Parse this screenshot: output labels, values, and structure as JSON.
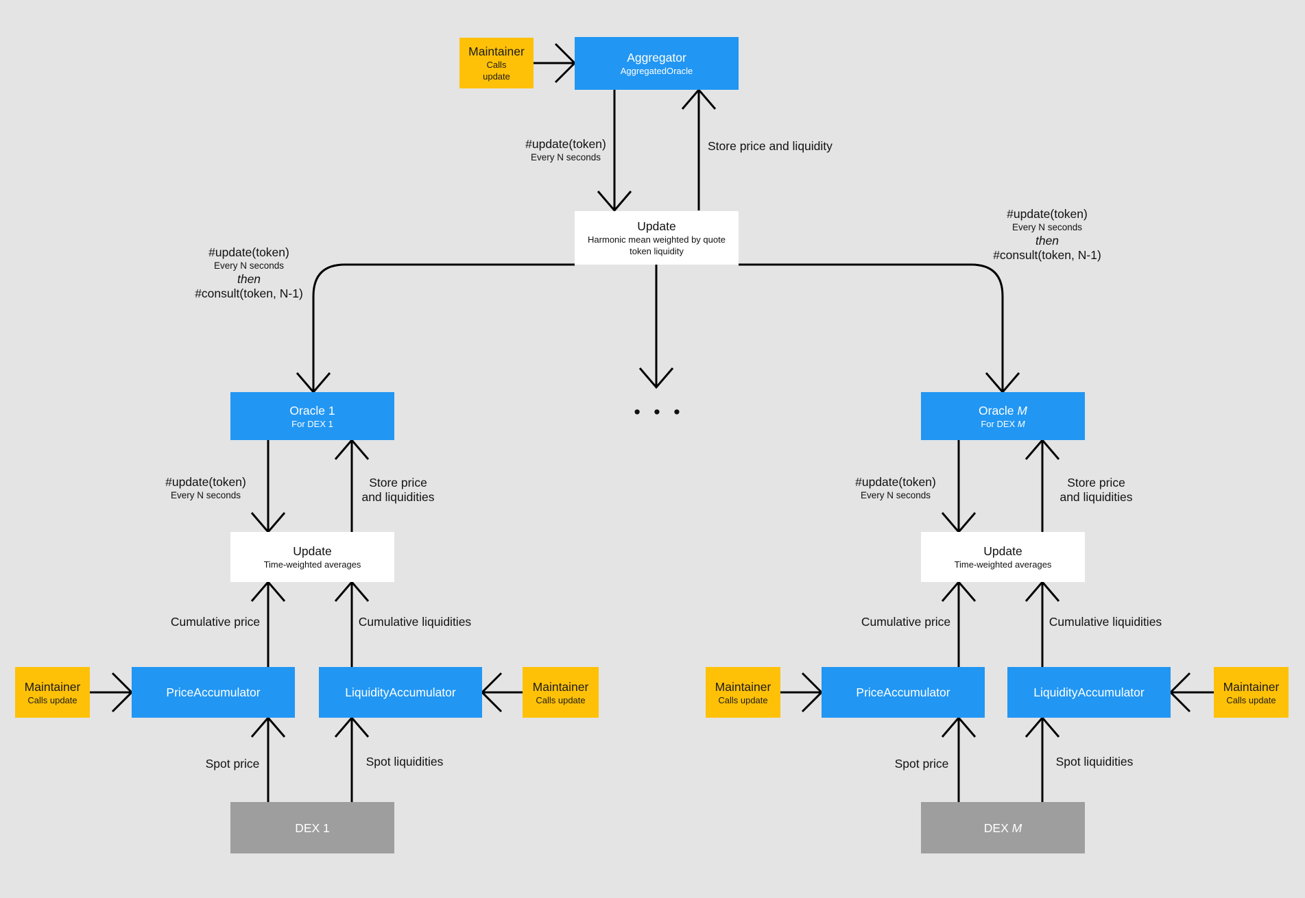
{
  "diagram": {
    "colors": {
      "bg": "#e4e4e4",
      "node_blue": "#2196f3",
      "node_yellow": "#ffc107",
      "node_gray": "#9e9e9e",
      "node_white": "#ffffff",
      "line": "#000000"
    },
    "maintainer": {
      "title": "Maintainer",
      "subtitle": "Calls update"
    },
    "aggregator": {
      "title": "Aggregator",
      "subtitle": "AggregatedOracle"
    },
    "update_harmonic": {
      "title": "Update",
      "subtitle": "Harmonic mean weighted by quote token liquidity"
    },
    "update_twa": {
      "title": "Update",
      "subtitle": "Time-weighted averages"
    },
    "oracle_left": {
      "title": "Oracle 1",
      "subtitle": "For DEX 1"
    },
    "oracle_right": {
      "title_prefix": "Oracle ",
      "title_italic": "M",
      "subtitle_prefix": "For DEX ",
      "subtitle_italic": "M"
    },
    "accumulators": {
      "price": "PriceAccumulator",
      "liquidity": "LiquidityAccumulator"
    },
    "dex_left": {
      "label": "DEX 1"
    },
    "dex_right": {
      "prefix": "DEX ",
      "italic": "M"
    },
    "labels": {
      "update_token": "#update(token)",
      "every_n_seconds": "Every N seconds",
      "then": "then",
      "consult": "#consult(token, N-1)",
      "store_price_liquidity": "Store price and liquidity",
      "store_price": "Store price",
      "and_liquidities": "and liquidities",
      "cumulative_price": "Cumulative price",
      "cumulative_liquidities": "Cumulative liquidities",
      "spot_price": "Spot price",
      "spot_liquidities": "Spot liquidities",
      "ellipsis": "• • •"
    }
  }
}
